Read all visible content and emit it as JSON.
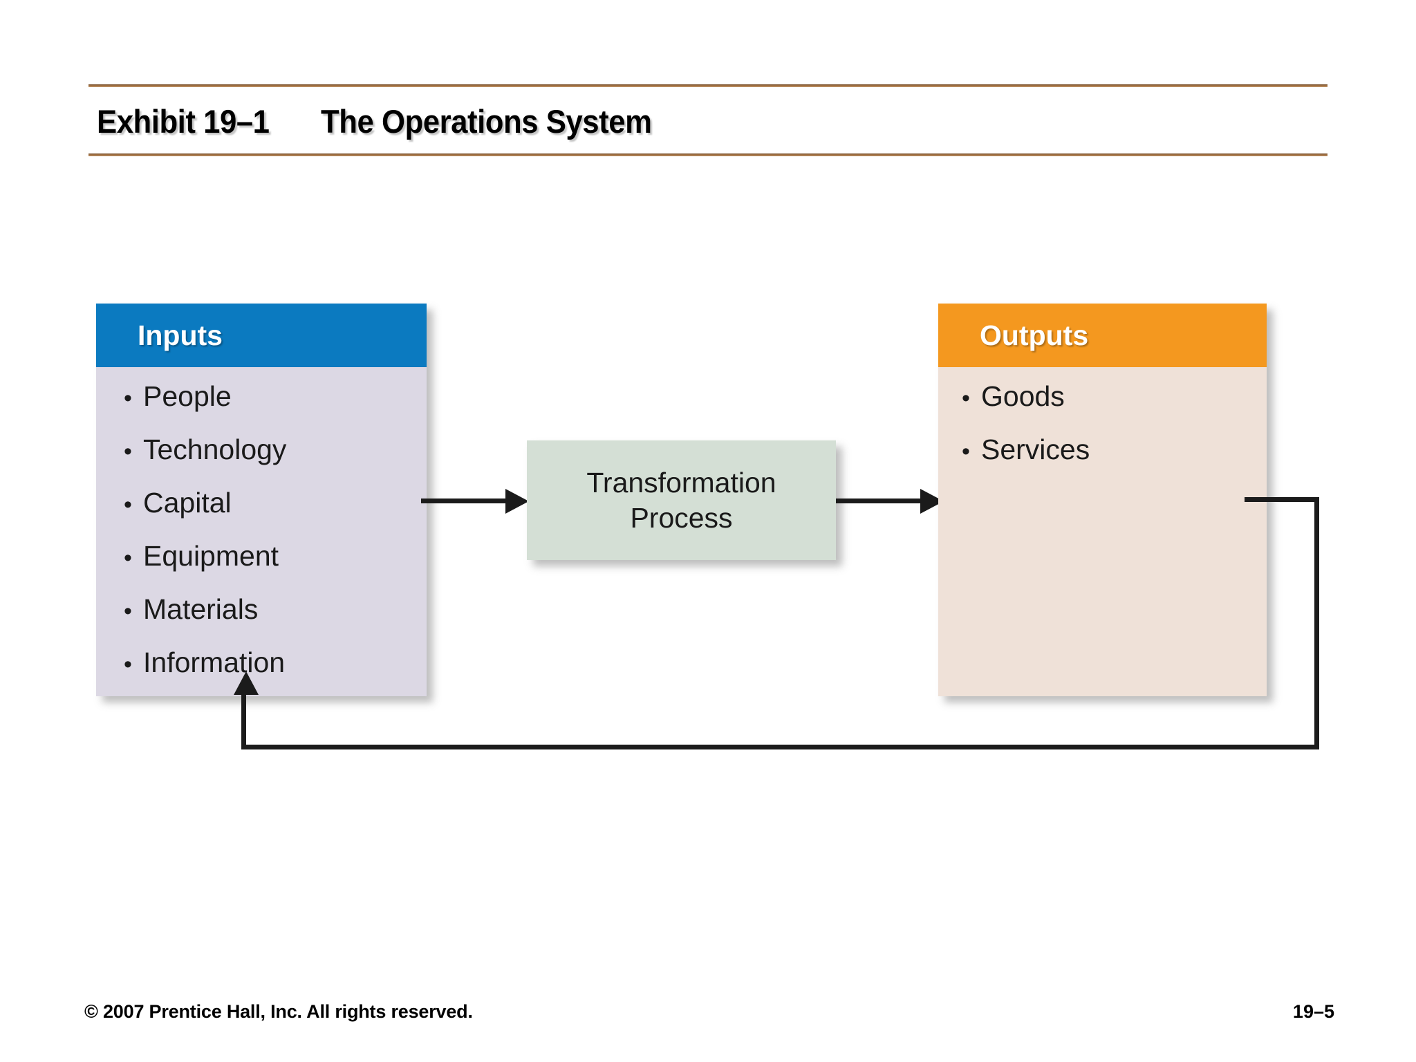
{
  "slide": {
    "exhibit_label": "Exhibit 19–1",
    "title": "The Operations System",
    "background_color": "#FFFFFF",
    "rule_color": "#9A6B3F"
  },
  "chart_data": {
    "type": "diagram",
    "title": "The Operations System",
    "nodes": [
      {
        "id": "inputs",
        "header": "Inputs",
        "header_color": "#0B7AC0",
        "body_color": "#DCD8E4",
        "items": [
          "People",
          "Technology",
          "Capital",
          "Equipment",
          "Materials",
          "Information"
        ]
      },
      {
        "id": "transformation",
        "label_line1": "Transformation",
        "label_line2": "Process",
        "body_color": "#D4DFD5"
      },
      {
        "id": "outputs",
        "header": "Outputs",
        "header_color": "#F4981F",
        "body_color": "#EFE1D8",
        "items": [
          "Goods",
          "Services"
        ]
      }
    ],
    "edges": [
      {
        "from": "inputs",
        "to": "transformation",
        "style": "arrow"
      },
      {
        "from": "transformation",
        "to": "outputs",
        "style": "arrow"
      },
      {
        "from": "outputs",
        "to": "inputs",
        "style": "feedback-loop-arrow"
      }
    ]
  },
  "panels": {
    "inputs": {
      "header": "Inputs",
      "items": [
        {
          "bullet": "•",
          "label": "People"
        },
        {
          "bullet": "•",
          "label": "Technology"
        },
        {
          "bullet": "•",
          "label": "Capital"
        },
        {
          "bullet": "•",
          "label": "Equipment"
        },
        {
          "bullet": "•",
          "label": "Materials"
        },
        {
          "bullet": "•",
          "label": "Information"
        }
      ]
    },
    "transformation": {
      "line1": "Transformation",
      "line2": "Process"
    },
    "outputs": {
      "header": "Outputs",
      "items": [
        {
          "bullet": "•",
          "label": "Goods"
        },
        {
          "bullet": "•",
          "label": "Services"
        }
      ]
    }
  },
  "footer": {
    "copyright": "© 2007 Prentice Hall, Inc. All rights reserved.",
    "page_number": "19–5"
  }
}
